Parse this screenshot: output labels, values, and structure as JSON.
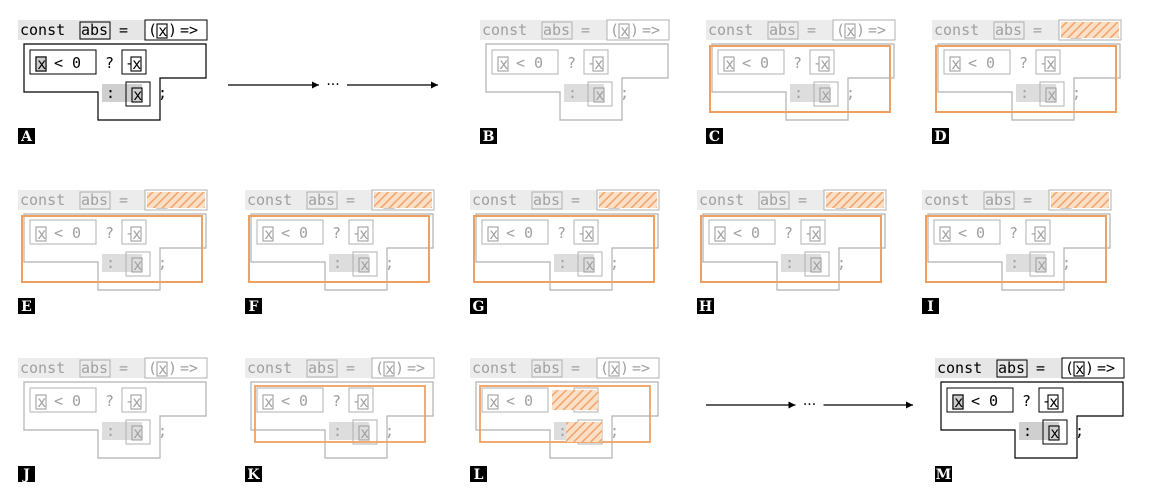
{
  "code": {
    "kw": "const",
    "name": "abs",
    "eq": "=",
    "param": "x",
    "open_paren": "(",
    "close_paren": ")",
    "arrow": "=>",
    "cond_lhs": "x",
    "lt": "<",
    "zero": "0",
    "q": "?",
    "minus": "-",
    "neg_x": "x",
    "colon": ":",
    "else_x": "x",
    "semi": ";"
  },
  "panels": [
    {
      "id": "A",
      "label": "A",
      "mode": "full"
    },
    {
      "id": "B",
      "label": "B",
      "mode": "faded"
    },
    {
      "id": "C",
      "label": "C",
      "mode": "faded"
    },
    {
      "id": "D",
      "label": "D",
      "mode": "faded"
    },
    {
      "id": "E",
      "label": "E",
      "mode": "faded"
    },
    {
      "id": "F",
      "label": "F",
      "mode": "faded"
    },
    {
      "id": "G",
      "label": "G",
      "mode": "faded"
    },
    {
      "id": "H",
      "label": "H",
      "mode": "faded"
    },
    {
      "id": "I",
      "label": "I",
      "mode": "faded"
    },
    {
      "id": "J",
      "label": "J",
      "mode": "faded"
    },
    {
      "id": "K",
      "label": "K",
      "mode": "faded"
    },
    {
      "id": "L",
      "label": "L",
      "mode": "faded"
    },
    {
      "id": "M",
      "label": "M",
      "mode": "full"
    }
  ],
  "ellipsis": "···",
  "colors": {
    "orange": "#f0a060",
    "hatch": "#f2a46a",
    "gray_bg": "#dddddd",
    "gray_text": "#a0a0a0",
    "black": "#000000"
  }
}
